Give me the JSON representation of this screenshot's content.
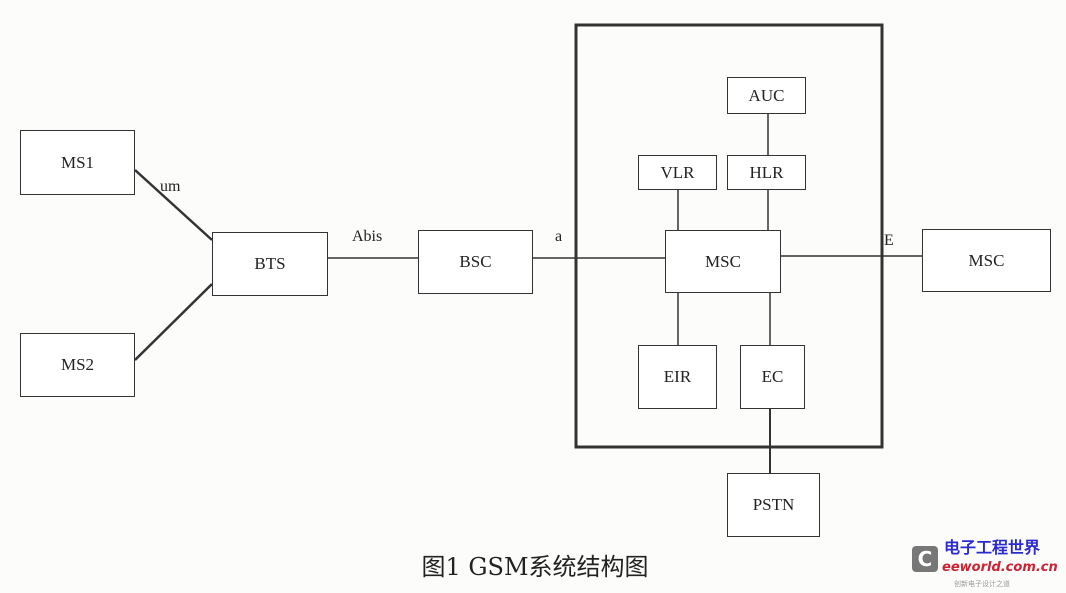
{
  "nodes": {
    "ms1": "MS1",
    "ms2": "MS2",
    "bts": "BTS",
    "bsc": "BSC",
    "msc": "MSC",
    "msc_remote": "MSC",
    "auc": "AUC",
    "vlr": "VLR",
    "hlr": "HLR",
    "eir": "EIR",
    "ec": "EC",
    "pstn": "PSTN"
  },
  "interfaces": {
    "um": "um",
    "abis": "Abis",
    "a": "a",
    "e": "E"
  },
  "caption": "图1   GSM系统结构图",
  "watermark": {
    "cn": "电子工程世界",
    "en": "eeworld.com.cn",
    "sub": "创新电子设计之道"
  }
}
